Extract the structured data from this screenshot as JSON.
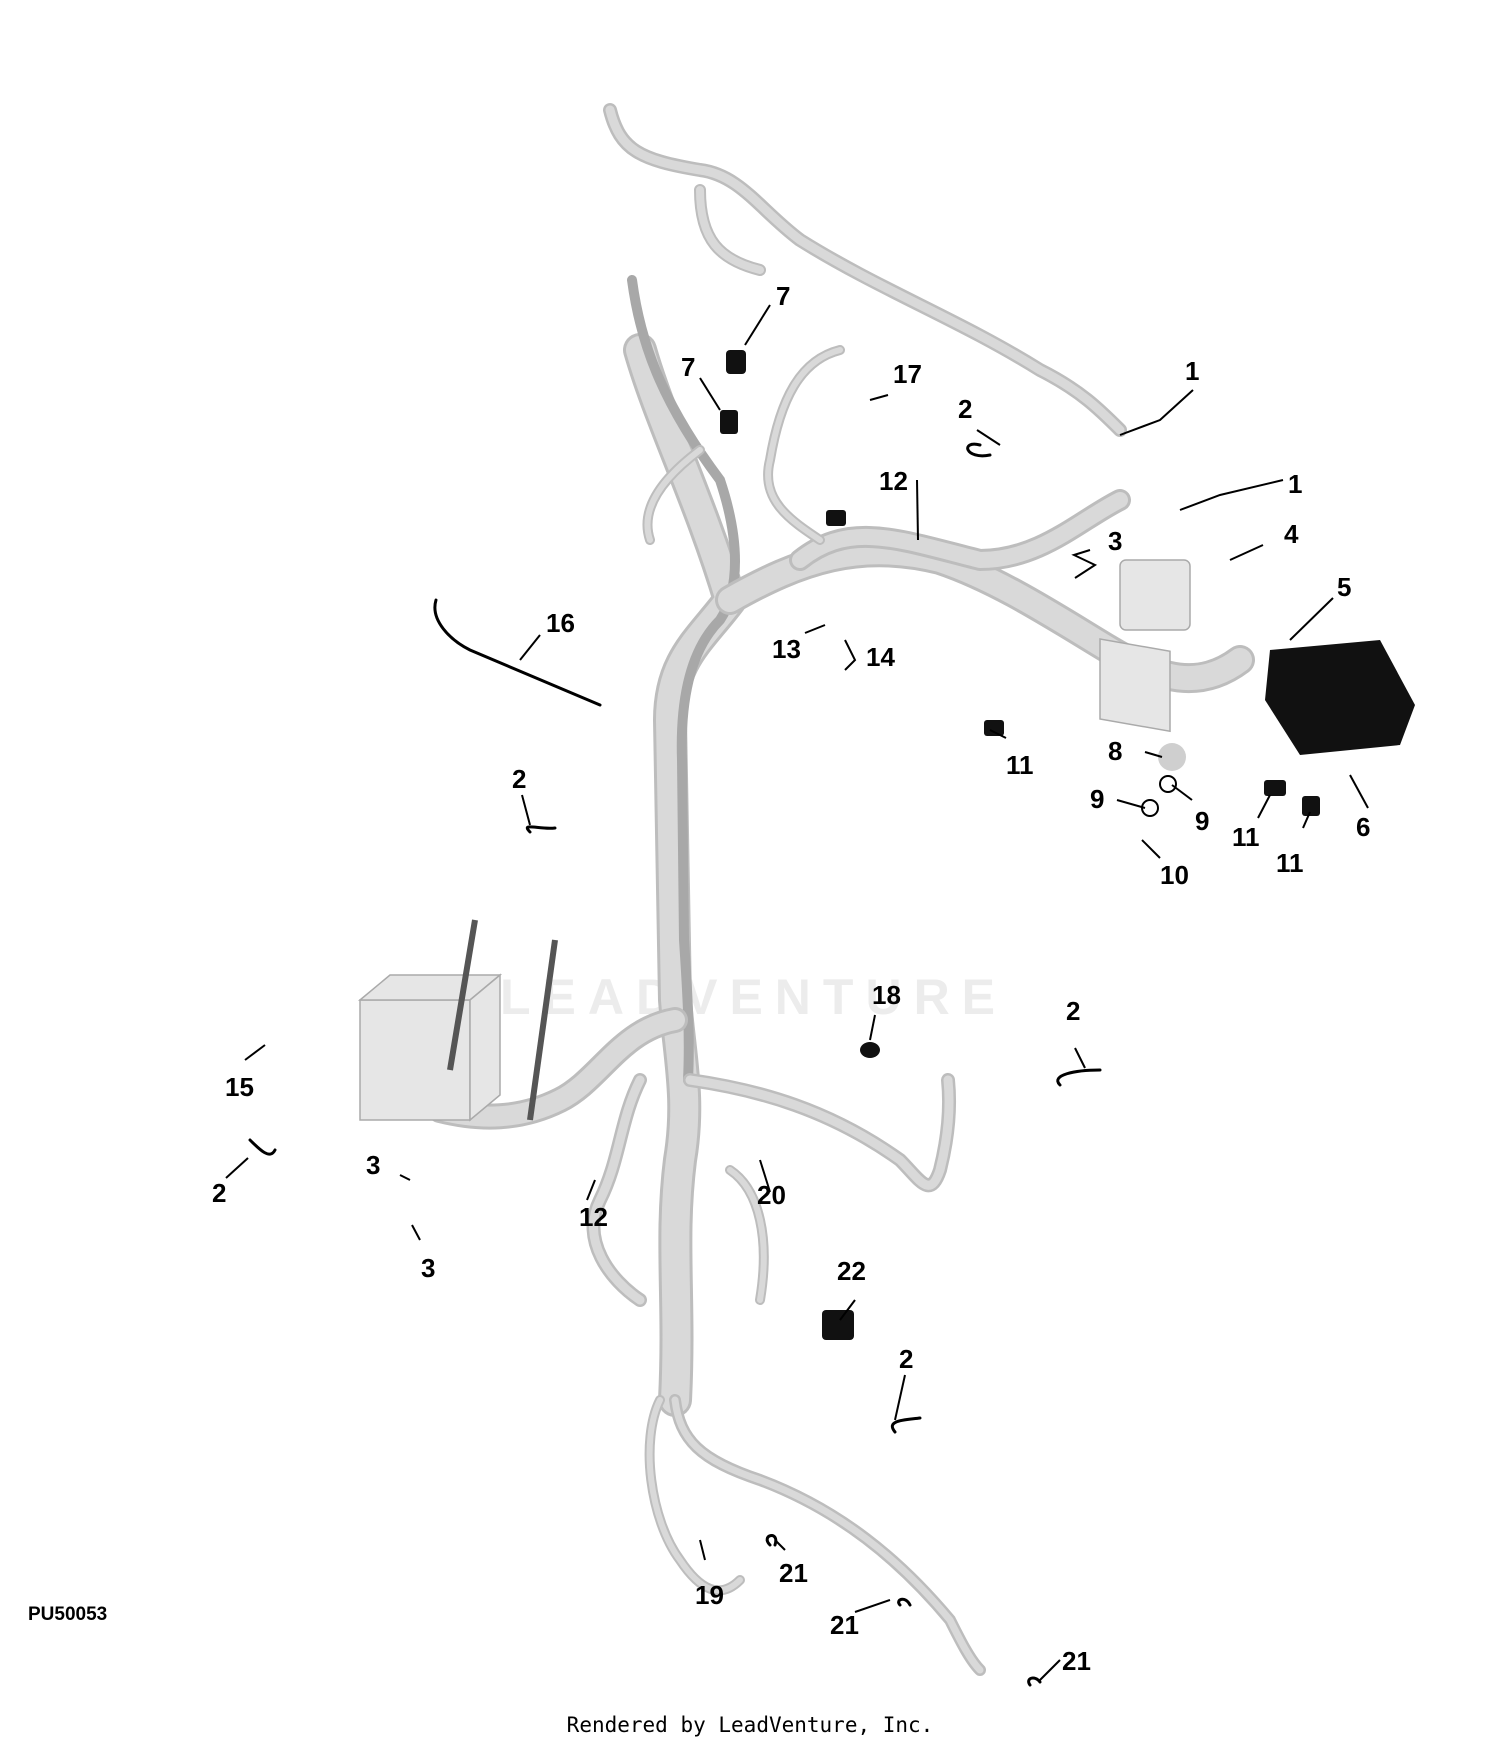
{
  "diagram": {
    "watermark_text": "LEADVENTURE",
    "figure_code": "PU50053",
    "credit": "Rendered by LeadVenture, Inc.",
    "callouts": [
      {
        "id": "c1a",
        "label": "1"
      },
      {
        "id": "c1b",
        "label": "1"
      },
      {
        "id": "c2a",
        "label": "2"
      },
      {
        "id": "c2b",
        "label": "2"
      },
      {
        "id": "c2c",
        "label": "2"
      },
      {
        "id": "c2d",
        "label": "2"
      },
      {
        "id": "c2e",
        "label": "2"
      },
      {
        "id": "c3a",
        "label": "3"
      },
      {
        "id": "c3b",
        "label": "3"
      },
      {
        "id": "c3c",
        "label": "3"
      },
      {
        "id": "c4",
        "label": "4"
      },
      {
        "id": "c5",
        "label": "5"
      },
      {
        "id": "c6",
        "label": "6"
      },
      {
        "id": "c7a",
        "label": "7"
      },
      {
        "id": "c7b",
        "label": "7"
      },
      {
        "id": "c8",
        "label": "8"
      },
      {
        "id": "c9a",
        "label": "9"
      },
      {
        "id": "c9b",
        "label": "9"
      },
      {
        "id": "c10",
        "label": "10"
      },
      {
        "id": "c11a",
        "label": "11"
      },
      {
        "id": "c11b",
        "label": "11"
      },
      {
        "id": "c11c",
        "label": "11"
      },
      {
        "id": "c12a",
        "label": "12"
      },
      {
        "id": "c12b",
        "label": "12"
      },
      {
        "id": "c13",
        "label": "13"
      },
      {
        "id": "c14",
        "label": "14"
      },
      {
        "id": "c15",
        "label": "15"
      },
      {
        "id": "c16",
        "label": "16"
      },
      {
        "id": "c17",
        "label": "17"
      },
      {
        "id": "c18",
        "label": "18"
      },
      {
        "id": "c19",
        "label": "19"
      },
      {
        "id": "c20",
        "label": "20"
      },
      {
        "id": "c21a",
        "label": "21"
      },
      {
        "id": "c21b",
        "label": "21"
      },
      {
        "id": "c21c",
        "label": "21"
      },
      {
        "id": "c22",
        "label": "22"
      }
    ]
  }
}
